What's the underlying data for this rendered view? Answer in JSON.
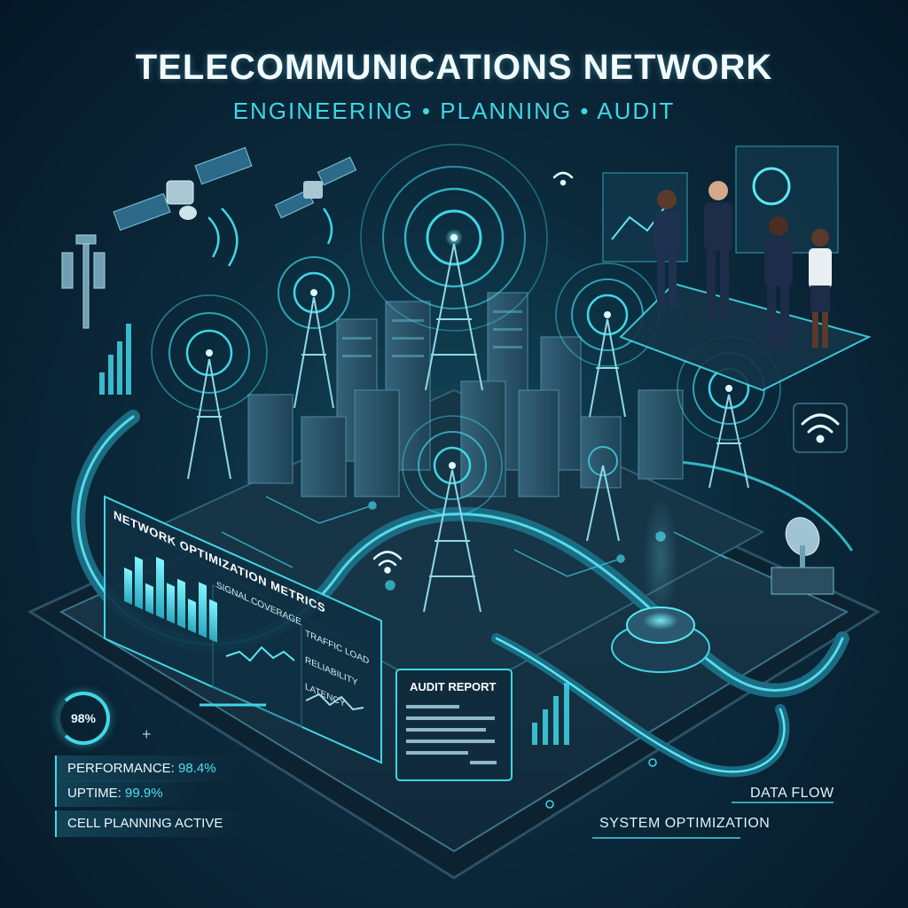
{
  "header": {
    "title": "TELECOMMUNICATIONS NETWORK",
    "subtitle": "ENGINEERING • PLANNING • AUDIT"
  },
  "metrics_panel": {
    "title": "NETWORK OPTIMIZATION METRICS",
    "signal_coverage": "SIGNAL COVERAGE",
    "traffic_load": "TRAFFIC LOAD",
    "reliability": "RELIABILITY",
    "latency": "LATENCY",
    "bar_levels": [
      0.55,
      0.8,
      0.45,
      0.95,
      0.6,
      0.75,
      0.5,
      0.85,
      0.65
    ]
  },
  "gauge": {
    "label": "98%",
    "level": 0.98
  },
  "stats": {
    "performance_label": "PERFORMANCE: ",
    "performance_value": "98.4%",
    "uptime_label": "UPTIME: ",
    "uptime_value": "99.9%",
    "cell_planning": "CELL PLANNING ACTIVE"
  },
  "audit_report": {
    "title": "AUDIT REPORT"
  },
  "footer": {
    "data_flow": "DATA FLOW",
    "system_optimization": "SYSTEM OPTIMIZATION"
  },
  "colors": {
    "accent": "#41d8e8",
    "accent_dark": "#1a7f95",
    "background": "#0b2a3c",
    "building": "#2b5266"
  },
  "icons": [
    "satellite-icon",
    "antenna-icon",
    "wifi-icon",
    "cell-tower-icon",
    "satellite-dish-icon",
    "people-icon",
    "document-icon"
  ]
}
